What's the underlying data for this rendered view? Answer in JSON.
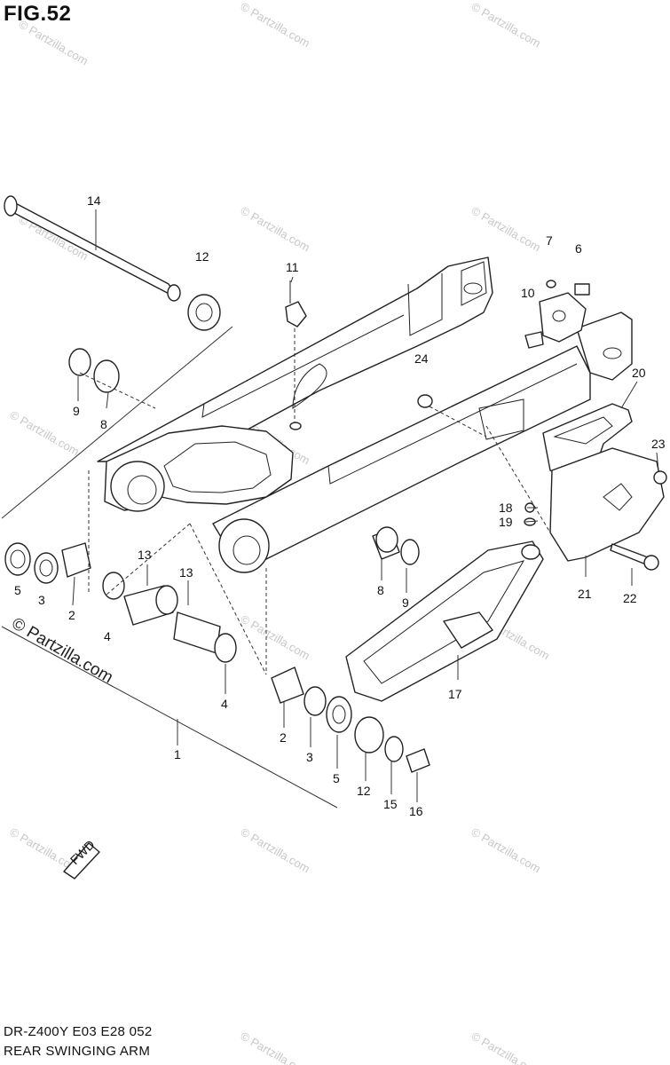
{
  "figure": {
    "title": "FIG.52"
  },
  "footer": {
    "model_code": "DR-Z400Y  E03  E28  052",
    "section_title": "REAR SWINGING ARM"
  },
  "watermark": {
    "text": "© Partzilla.com",
    "large_text": "© Partzilla.com"
  },
  "direction_marker": {
    "label": "FWD"
  },
  "callouts": [
    "14",
    "12",
    "11",
    "7",
    "6",
    "10",
    "24",
    "9",
    "8",
    "20",
    "23",
    "18",
    "19",
    "22",
    "21",
    "5",
    "3",
    "2",
    "4",
    "13",
    "13",
    "8",
    "9",
    "17",
    "1",
    "2",
    "3",
    "5",
    "12",
    "15",
    "16",
    "4"
  ]
}
